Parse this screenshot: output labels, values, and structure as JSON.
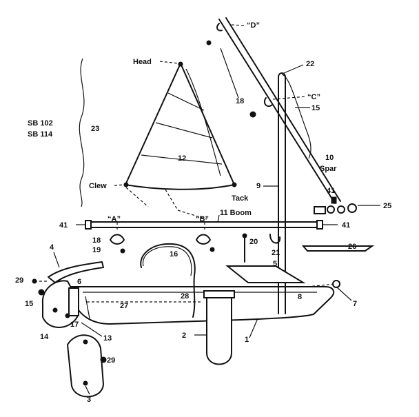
{
  "diagram": {
    "model_codes": [
      "SB 102",
      "SB 114"
    ],
    "labels": {
      "head": "Head",
      "clew": "Clew",
      "tack": "Tack",
      "spar": "Spar",
      "boom": "11 Boom",
      "c": "“C”",
      "d": "“D”",
      "a": "“A”",
      "b": "“B”",
      "n1": "1",
      "n2": "2",
      "n3": "3",
      "n4": "4",
      "n5": "5",
      "n6": "6",
      "n7": "7",
      "n8": "8",
      "n9": "9",
      "n10": "10",
      "n12": "12",
      "n13": "13",
      "n14": "14",
      "n15a": "15",
      "n15b": "15",
      "n16": "16",
      "n17": "17",
      "n18a": "18",
      "n18b": "18",
      "n19": "19",
      "n20": "20",
      "n21": "21",
      "n22": "22",
      "n23": "23",
      "n25": "25",
      "n26": "26",
      "n27": "27",
      "n28": "28",
      "n29a": "29",
      "n29b": "29",
      "n41a": "41",
      "n41b": "41",
      "n41c": "41"
    }
  }
}
